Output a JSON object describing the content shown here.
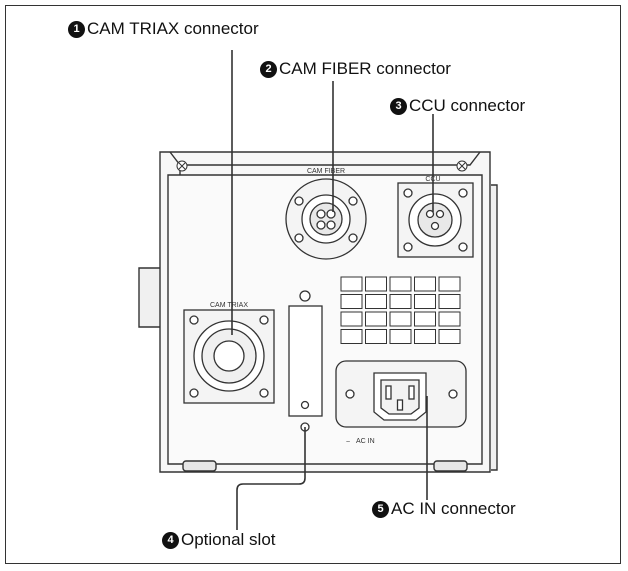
{
  "callouts": [
    {
      "num": "1",
      "text": "CAM TRIAX connector"
    },
    {
      "num": "2",
      "text": "CAM FIBER connector"
    },
    {
      "num": "3",
      "text": "CCU connector"
    },
    {
      "num": "4",
      "text": "Optional slot"
    },
    {
      "num": "5",
      "text": "AC IN connector"
    }
  ],
  "panel_labels": {
    "cam_fiber": "CAM FIBER",
    "ccu": "CCU",
    "cam_triax": "CAM TRIAX",
    "ac_in": "AC IN",
    "ac_symbol": "~"
  },
  "colors": {
    "line": "#333333",
    "panel_face": "#f5f5f5",
    "background": "#ffffff"
  }
}
